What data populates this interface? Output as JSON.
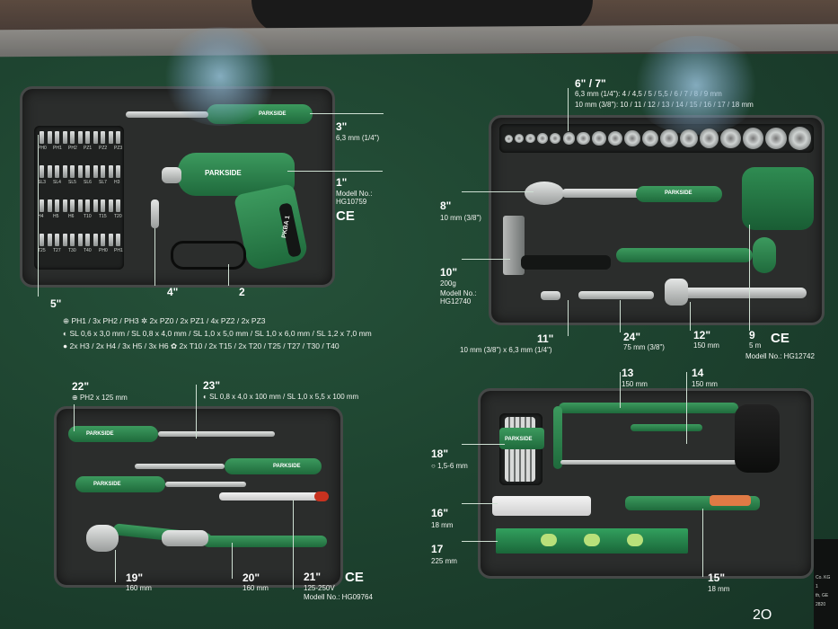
{
  "drill_panel": {
    "item3": {
      "num": "3\"",
      "spec": "6,3 mm (1/4\")"
    },
    "item1": {
      "num": "1\"",
      "model_label": "Modell No.:",
      "model": "HG10759",
      "ce": "CE"
    },
    "item4": {
      "num": "4\""
    },
    "item2": {
      "num": "2"
    },
    "brand": "PARKSIDE",
    "drill_label": "PKBA 1",
    "bits_num": "5\"",
    "bits_rows": [
      [
        "PH1",
        "3x PH2",
        "PH3",
        "2x PZ0",
        "2x PZ1",
        "4x PZ2",
        "2x PZ3"
      ],
      [
        "SL 0,6 x 3,0 mm",
        "SL 0,8 x 4,0 mm",
        "SL 1,0 x 5,0 mm",
        "SL 1,0 x 6,0 mm",
        "SL 1,2 x 7,0 mm"
      ],
      [
        "2x H3",
        "2x H4",
        "3x H5",
        "3x H6",
        "2x T10",
        "2x T15",
        "2x T20",
        "T25",
        "T27",
        "T30",
        "T40"
      ]
    ],
    "bit_codes": [
      "PH0",
      "PH1",
      "PH2",
      "PZ1",
      "PZ2",
      "PZ3",
      "SL3",
      "SL4",
      "SL5",
      "SL6",
      "SL7",
      "H3",
      "H4",
      "H5",
      "H6",
      "T10",
      "T15",
      "T20",
      "T25",
      "T27",
      "T30",
      "T40"
    ]
  },
  "socket_panel": {
    "item67": {
      "num": "6\" / 7\"",
      "row1": "6,3 mm (1/4\"): 4 / 4,5 / 5 / 5,5 / 6 / 7 / 8 / 9 mm",
      "row2": "10 mm (3/8\"): 10 / 11 / 12 / 13 / 14 / 15 / 16 / 17 / 18 mm"
    },
    "item8": {
      "num": "8\"",
      "spec": "10 mm (3/8\")"
    },
    "item10": {
      "num": "10\"",
      "spec": "200g",
      "model_label": "Modell No.:",
      "model": "HG12740"
    },
    "item11": {
      "num": "11\"",
      "spec": "10 mm (3/8\") x 6,3 mm (1/4\")"
    },
    "item24": {
      "num": "24\"",
      "spec": "75 mm (3/8\")"
    },
    "item12": {
      "num": "12\"",
      "spec": "150 mm"
    },
    "item9": {
      "num": "9",
      "spec": "5 m",
      "model": "Modell No.: HG12742",
      "ce": "CE"
    },
    "brand": "PARKSIDE"
  },
  "screwdriver_panel": {
    "item22": {
      "num": "22\"",
      "spec": "PH2 x 125 mm"
    },
    "item23": {
      "num": "23\"",
      "spec": "SL 0,8 x 4,0 x 100 mm / SL 1,0 x 5,5 x 100 mm"
    },
    "item19": {
      "num": "19\"",
      "spec": "160 mm"
    },
    "item20": {
      "num": "20\"",
      "spec": "160 mm"
    },
    "item21": {
      "num": "21\"",
      "spec": "125-250V",
      "model": "Modell No.: HG09764",
      "ce": "CE"
    },
    "brand": "PARKSIDE"
  },
  "saw_panel": {
    "item13": {
      "num": "13",
      "spec": "150 mm"
    },
    "item14": {
      "num": "14",
      "spec": "150 mm"
    },
    "item18": {
      "num": "18\"",
      "spec": "1,5-6 mm"
    },
    "item16": {
      "num": "16\"",
      "spec": "18 mm"
    },
    "item17": {
      "num": "17",
      "spec": "225 mm"
    },
    "item15": {
      "num": "15\"",
      "spec": "18 mm"
    },
    "brand": "PARKSIDE"
  },
  "edge": {
    "corner_text": "2O",
    "side_text": [
      "Co. KG",
      "1",
      "th, GE",
      "2820"
    ]
  }
}
